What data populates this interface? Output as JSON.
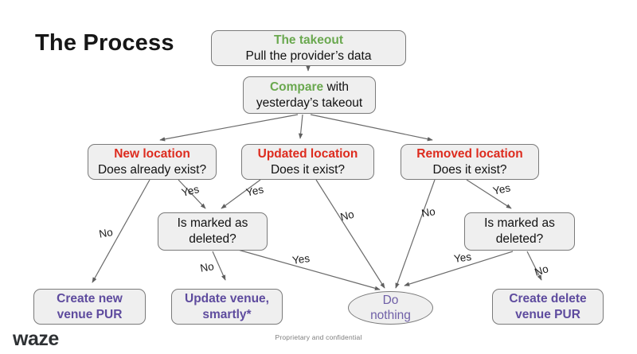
{
  "slide": {
    "title": "The Process",
    "footer": "Proprietary and confidential",
    "logo": "waze"
  },
  "colors": {
    "green": "#6aa84f",
    "red": "#dd2b1e",
    "purple": "#5e4b9e",
    "muted-purple": "#6f5fa7",
    "box-fill": "#efefef",
    "box-border": "#7a7a7a",
    "arrow": "#6b6b6b"
  },
  "nodes": {
    "takeout": {
      "title": "The takeout",
      "subtitle": "Pull the provider’s data"
    },
    "compare": {
      "title": "Compare",
      "title_rest": "with",
      "line2": "yesterday’s takeout"
    },
    "new_location": {
      "title": "New location",
      "subtitle": "Does already exist?"
    },
    "updated_location": {
      "title": "Updated location",
      "subtitle": "Does it exist?"
    },
    "removed_location": {
      "title": "Removed location",
      "subtitle": "Does it exist?"
    },
    "is_deleted_left": {
      "line1": "Is marked as",
      "line2": "deleted?"
    },
    "is_deleted_right": {
      "line1": "Is marked as",
      "line2": "deleted?"
    },
    "create_new": {
      "line1": "Create new",
      "line2": "venue PUR"
    },
    "update_venue": {
      "line1": "Update venue,",
      "line2": "smartly*"
    },
    "do_nothing": {
      "line1": "Do",
      "line2": "nothing"
    },
    "create_delete": {
      "line1": "Create delete",
      "line2": "venue PUR"
    }
  },
  "edges": {
    "new_no": "No",
    "new_yes": "Yes",
    "updated_yes": "Yes",
    "updated_no": "No",
    "removed_no": "No",
    "removed_yes": "Yes",
    "deleted_left_no": "No",
    "deleted_left_yes": "Yes",
    "deleted_right_yes": "Yes",
    "deleted_right_no": "No"
  }
}
